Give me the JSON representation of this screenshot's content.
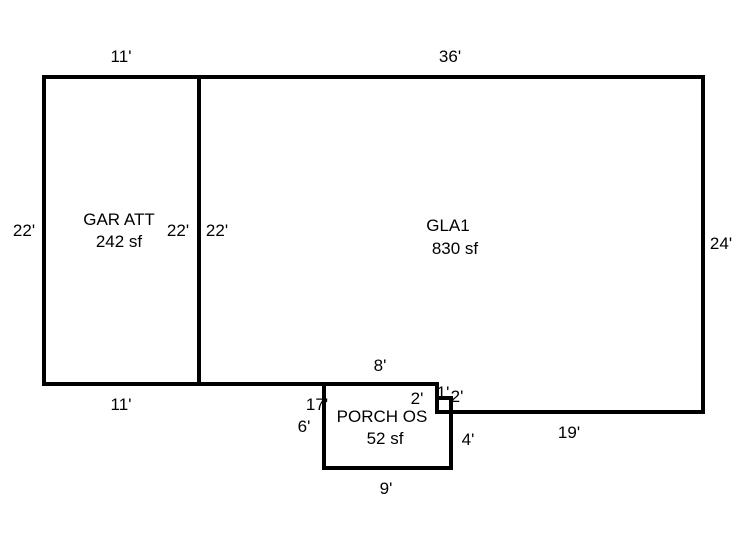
{
  "rooms": {
    "garage": {
      "name": "GAR ATT",
      "area": "242 sf"
    },
    "gla": {
      "name": "GLA1",
      "area": "830 sf"
    },
    "porch": {
      "name": "PORCH OS",
      "area": "52 sf"
    }
  },
  "dimensions": {
    "garage_top": "11'",
    "garage_bottom": "11'",
    "garage_left": "22'",
    "garage_right": "22'",
    "gla_top": "36'",
    "gla_left": "22'",
    "gla_right": "24'",
    "gla_bottom_right": "19'",
    "gla_notch_top": "8'",
    "gla_notch_step": "1'",
    "gla_notch_right": "2'",
    "porch_top_inner": "2'",
    "porch_left_upper": "17'",
    "porch_left": "6'",
    "porch_right": "4'",
    "porch_bottom": "9'"
  },
  "colors": {
    "line": "#000000",
    "background": "#ffffff"
  }
}
